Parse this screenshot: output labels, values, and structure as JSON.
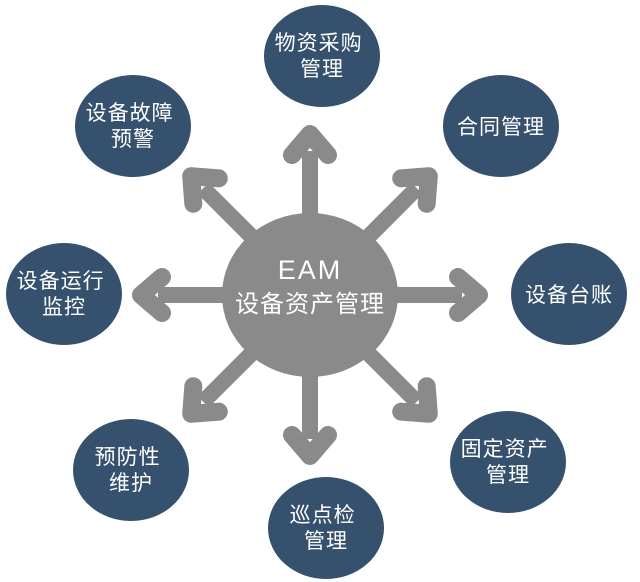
{
  "diagram": {
    "center": {
      "title": "EAM",
      "subtitle": "设备资产管理"
    },
    "nodes": [
      {
        "id": "material-procurement-management",
        "position": "top",
        "lines": [
          "物资采购",
          "管理"
        ]
      },
      {
        "id": "contract-management",
        "position": "top-right",
        "lines": [
          "合同管理"
        ]
      },
      {
        "id": "equipment-ledger",
        "position": "right",
        "lines": [
          "设备台账"
        ]
      },
      {
        "id": "fixed-assets-management",
        "position": "bottom-right",
        "lines": [
          "固定资产",
          "管理"
        ]
      },
      {
        "id": "inspection-management",
        "position": "bottom",
        "lines": [
          "巡点检",
          "管理"
        ]
      },
      {
        "id": "preventive-maintenance",
        "position": "bottom-left",
        "lines": [
          "预防性",
          "维护"
        ]
      },
      {
        "id": "equipment-operation-monitoring",
        "position": "left",
        "lines": [
          "设备运行",
          "监控"
        ]
      },
      {
        "id": "equipment-fault-warning",
        "position": "top-left",
        "lines": [
          "设备故障",
          "预警"
        ]
      }
    ],
    "colors": {
      "node_fill": "#35516d",
      "hub_fill": "#8a8a8a",
      "arrow": "#8a8a8a",
      "label_text": "#ffffff",
      "background": "#ffffff"
    }
  }
}
